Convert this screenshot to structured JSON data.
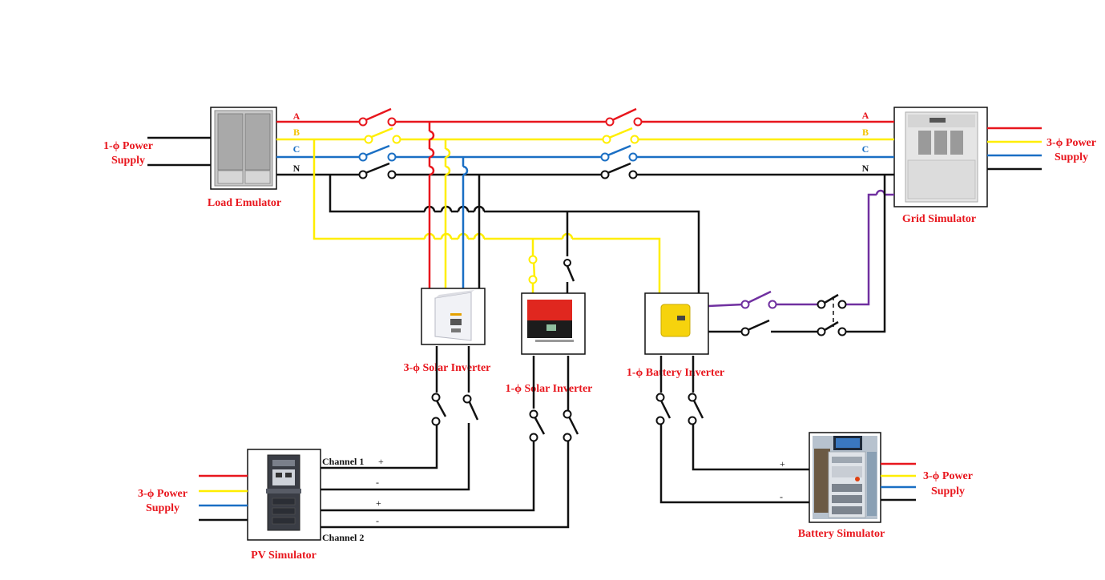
{
  "colors": {
    "phase_a": "#e8161d",
    "phase_b": "#ffee00",
    "phase_c": "#1a6fc4",
    "neutral": "#111111",
    "dc_link": "#7030a0",
    "label": "#e8161d"
  },
  "phase_labels": {
    "left": {
      "a": "A",
      "b": "B",
      "c": "C",
      "n": "N"
    },
    "right": {
      "a": "A",
      "b": "B",
      "c": "C",
      "n": "N"
    }
  },
  "devices": {
    "load_emulator": {
      "label": "Load Emulator",
      "icon": "load-cabinet-icon"
    },
    "grid_simulator": {
      "label": "Grid Simulator",
      "icon": "grid-simulator-icon"
    },
    "solar_inverter_3ph": {
      "label": "3-ϕ Solar Inverter",
      "icon": "white-inverter-icon"
    },
    "solar_inverter_1ph": {
      "label": "1-ϕ Solar Inverter",
      "icon": "red-inverter-icon"
    },
    "battery_inverter_1ph": {
      "label": "1-ϕ Battery Inverter",
      "icon": "yellow-inverter-icon"
    },
    "pv_simulator": {
      "label": "PV Simulator",
      "icon": "pv-rack-icon"
    },
    "battery_simulator": {
      "label": "Battery Simulator",
      "icon": "battery-rack-icon"
    }
  },
  "supplies": {
    "load_supply": {
      "line1": "1-ϕ  Power",
      "line2": "Supply"
    },
    "grid_supply": {
      "line1": "3-ϕ Power",
      "line2": "Supply"
    },
    "pv_supply": {
      "line1": "3-ϕ Power",
      "line2": "Supply"
    },
    "battery_supply": {
      "line1": "3-ϕ Power",
      "line2": "Supply"
    }
  },
  "pv_channels": {
    "ch1": "Channel 1",
    "ch2": "Channel 2",
    "ch1_pos": "+",
    "ch1_neg": "-",
    "ch2_pos": "+",
    "ch2_neg": "-"
  },
  "battery_terminals": {
    "pos": "+",
    "neg": "-"
  }
}
